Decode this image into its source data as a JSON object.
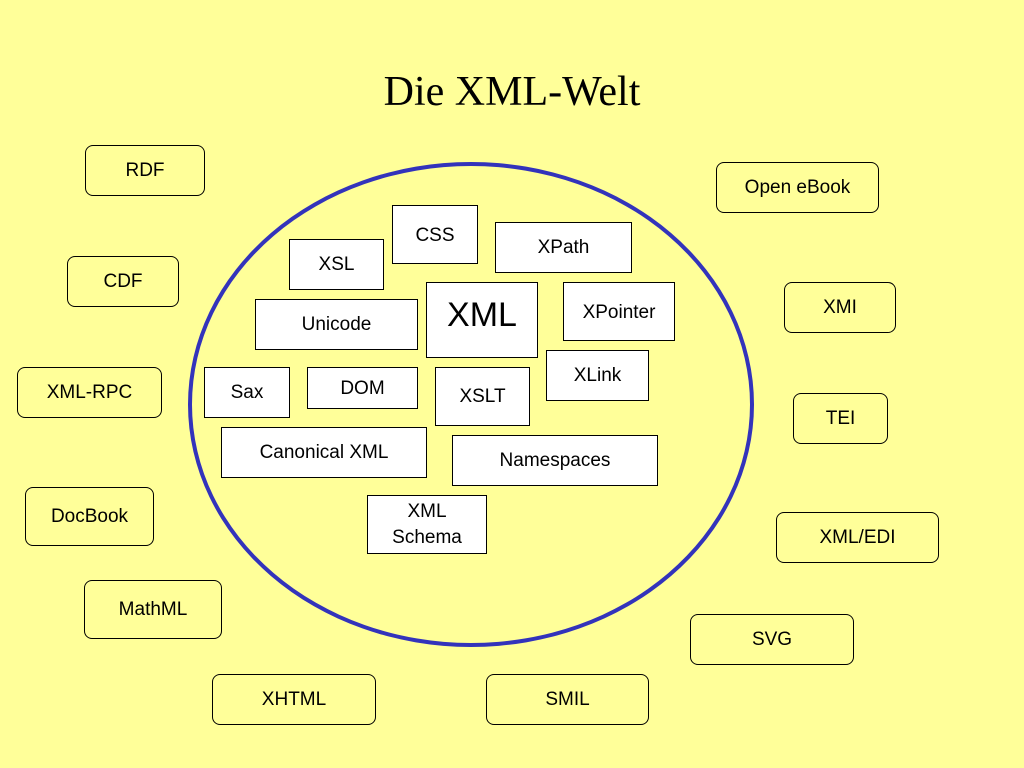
{
  "colors": {
    "background": "#FFFF99",
    "ellipse": "#3333BB",
    "inner_fill": "#FFFFFF"
  },
  "title": "Die XML-Welt",
  "outer_left": {
    "rdf": "RDF",
    "cdf": "CDF",
    "xml_rpc": "XML-RPC",
    "docbook": "DocBook",
    "mathml": "MathML"
  },
  "outer_bottom": {
    "xhtml": "XHTML",
    "smil": "SMIL"
  },
  "outer_right": {
    "open_ebook": "Open eBook",
    "xmi": "XMI",
    "tei": "TEI",
    "xml_edi": "XML/EDI",
    "svg": "SVG"
  },
  "inner": {
    "css": "CSS",
    "xpath": "XPath",
    "xsl": "XSL",
    "unicode": "Unicode",
    "xml": "XML",
    "xpointer": "XPointer",
    "xlink": "XLink",
    "sax": "Sax",
    "dom": "DOM",
    "xslt": "XSLT",
    "canonical_xml": "Canonical XML",
    "namespaces": "Namespaces",
    "xml_schema_line1": "XML",
    "xml_schema_line2": "Schema"
  }
}
